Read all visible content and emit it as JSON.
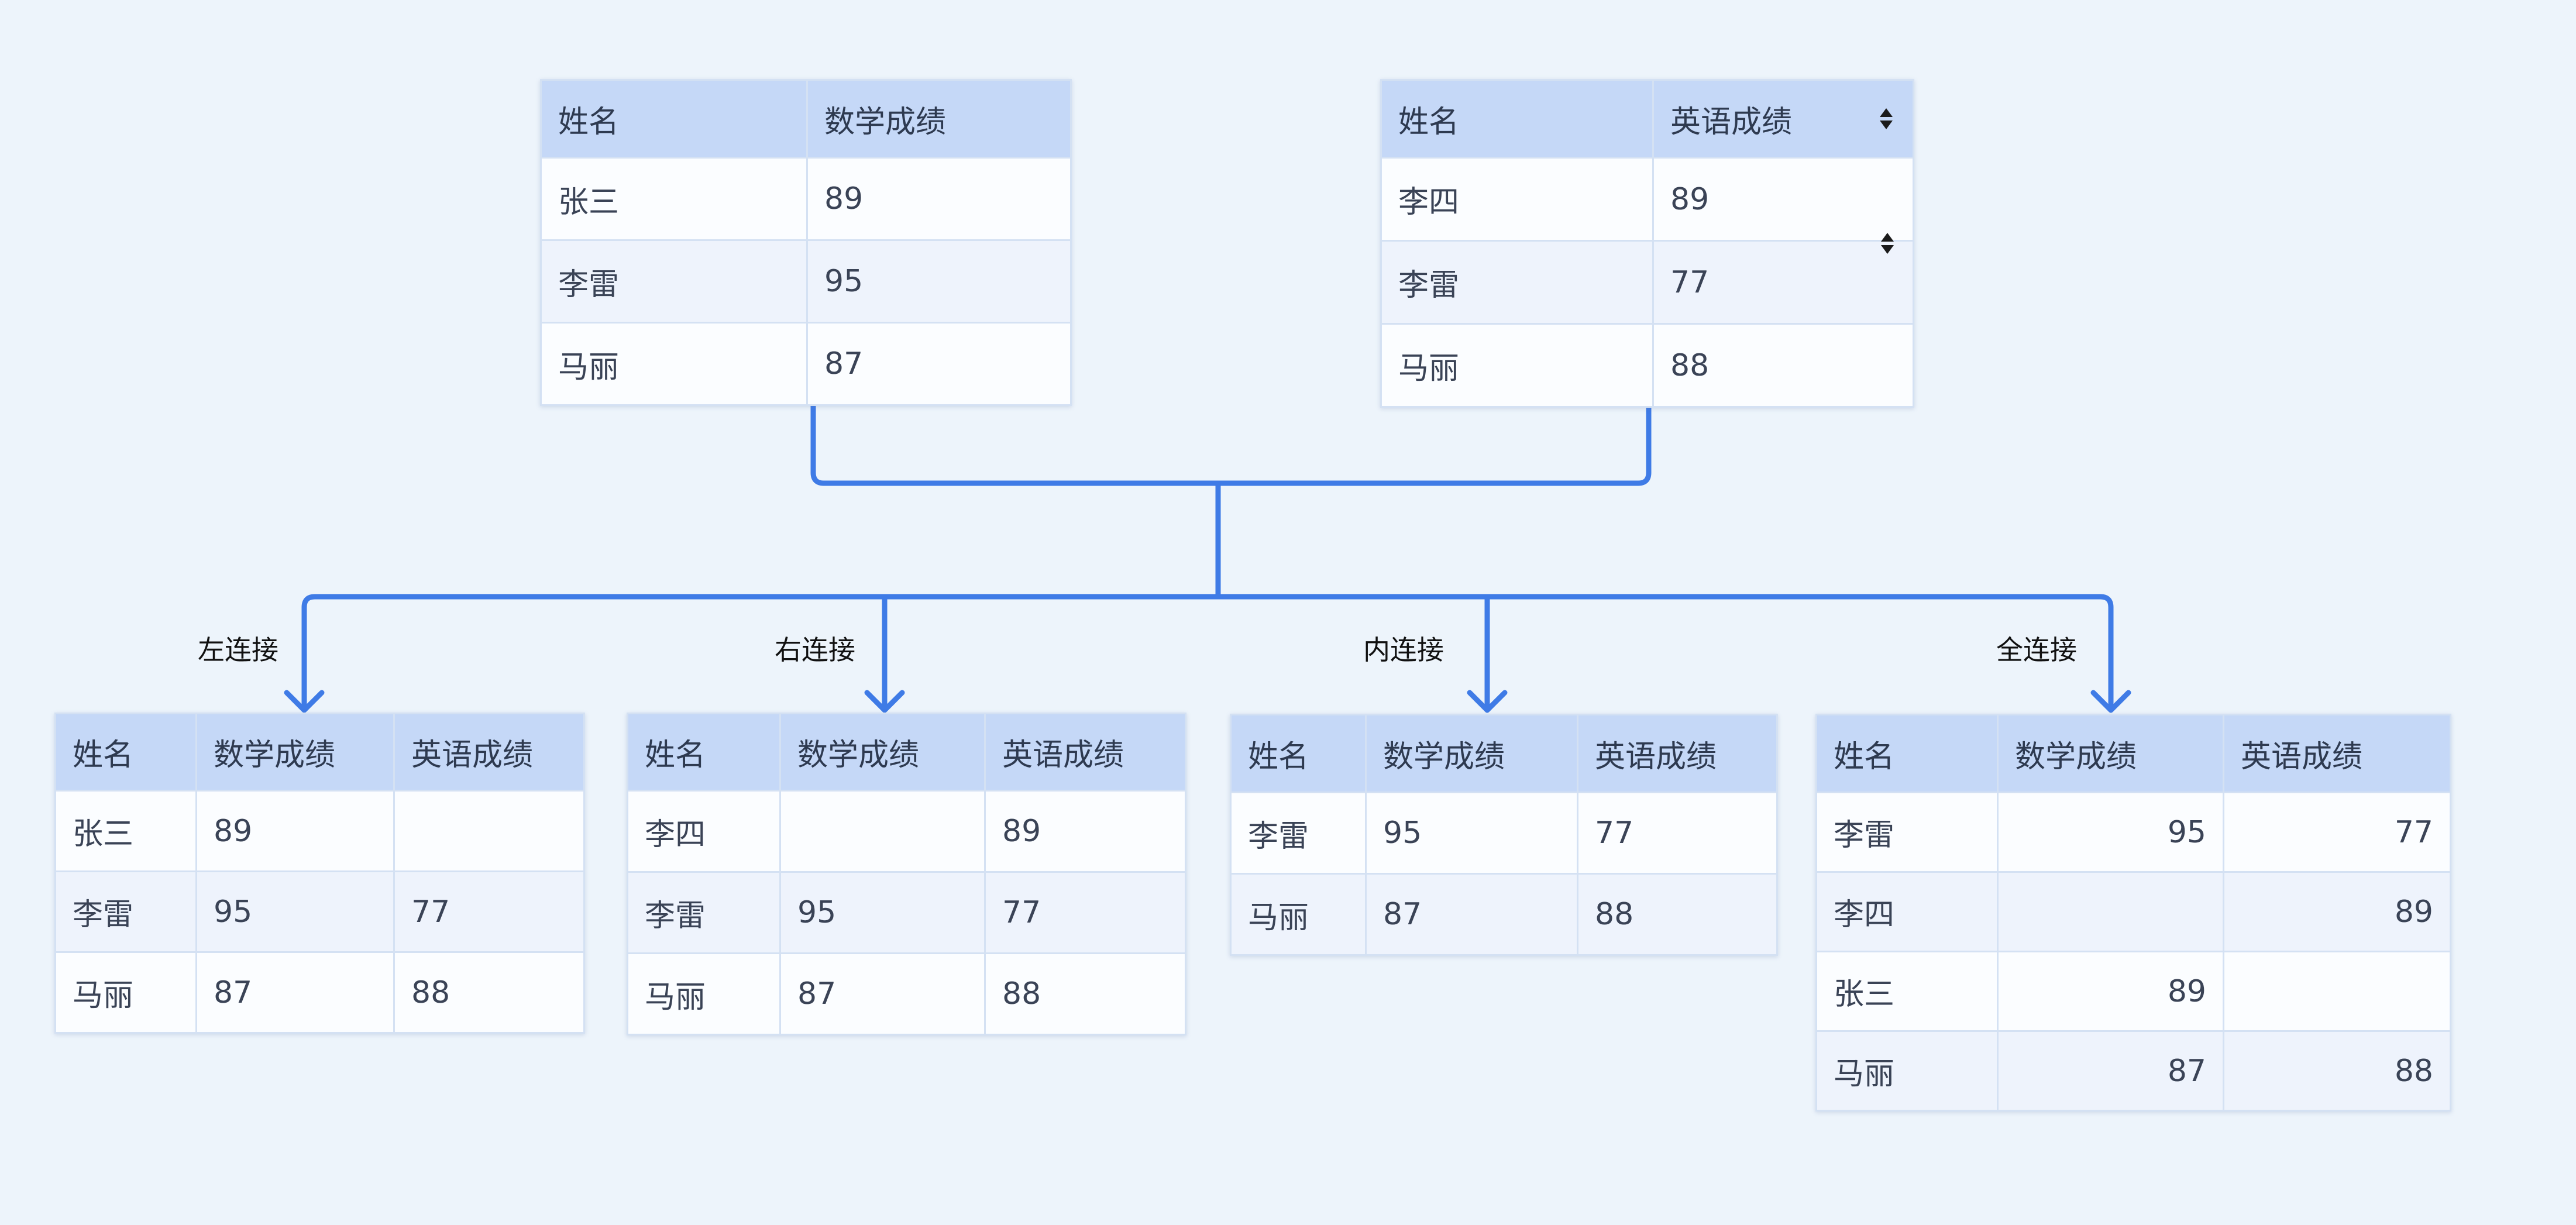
{
  "source_tables": {
    "math": {
      "headers": [
        "姓名",
        "数学成绩"
      ],
      "rows": [
        [
          "张三",
          "89"
        ],
        [
          "李雷",
          "95"
        ],
        [
          "马丽",
          "87"
        ]
      ]
    },
    "english": {
      "headers": [
        "姓名",
        "英语成绩"
      ],
      "sortable_headers": true,
      "rows": [
        [
          "李四",
          "89"
        ],
        [
          "李雷",
          "77"
        ],
        [
          "马丽",
          "88"
        ]
      ]
    }
  },
  "joins": [
    {
      "id": "left",
      "label": "左连接",
      "headers": [
        "姓名",
        "数学成绩",
        "英语成绩"
      ],
      "rows": [
        [
          "张三",
          "89",
          ""
        ],
        [
          "李雷",
          "95",
          "77"
        ],
        [
          "马丽",
          "87",
          "88"
        ]
      ]
    },
    {
      "id": "right",
      "label": "右连接",
      "headers": [
        "姓名",
        "数学成绩",
        "英语成绩"
      ],
      "rows": [
        [
          "李四",
          "",
          "89"
        ],
        [
          "李雷",
          "95",
          "77"
        ],
        [
          "马丽",
          "87",
          "88"
        ]
      ]
    },
    {
      "id": "inner",
      "label": "内连接",
      "headers": [
        "姓名",
        "数学成绩",
        "英语成绩"
      ],
      "rows": [
        [
          "李雷",
          "95",
          "77"
        ],
        [
          "马丽",
          "87",
          "88"
        ]
      ]
    },
    {
      "id": "full",
      "label": "全连接",
      "headers": [
        "姓名",
        "数学成绩",
        "英语成绩"
      ],
      "numbers_right_aligned": true,
      "rows": [
        [
          "李雷",
          "95",
          "77"
        ],
        [
          "李四",
          "",
          "89"
        ],
        [
          "张三",
          "89",
          ""
        ],
        [
          "马丽",
          "87",
          "88"
        ]
      ]
    }
  ],
  "colors": {
    "background": "#edf4fb",
    "connector": "#3f7be6",
    "header_bg": "#c5d8f7",
    "cell_border": "#d4e1f3"
  },
  "icons": {
    "sort": "sort-icon"
  }
}
